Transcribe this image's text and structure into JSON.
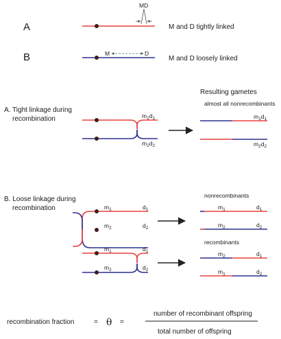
{
  "panel_a": {
    "letter": "A",
    "caption": "M and D tightly linked",
    "md_label": "MD"
  },
  "panel_b": {
    "letter": "B",
    "caption": "M and D loosely linked",
    "m_label": "M",
    "d_label": "D"
  },
  "tight": {
    "heading_line1": "A. Tight linkage during",
    "heading_line2": "recombination",
    "result_title": "Resulting gametes",
    "result_subtitle": "almost all nonrecombinants"
  },
  "loose": {
    "heading_line1": "B. Loose linkage during",
    "heading_line2": "recombination",
    "nonrecombinants_label": "nonrecombinants",
    "recombinants_label": "recombinants"
  },
  "alleles": {
    "m": "m",
    "d": "d",
    "one": "1",
    "two": "2"
  },
  "formula": {
    "lhs": "recombination fraction",
    "equals": "=",
    "symbol": "θ",
    "numerator": "number of recombinant offspring",
    "denominator": "total number of offspring"
  },
  "colors": {
    "paternal_red": "#e8413c",
    "maternal_blue": "#2b2f8f"
  }
}
